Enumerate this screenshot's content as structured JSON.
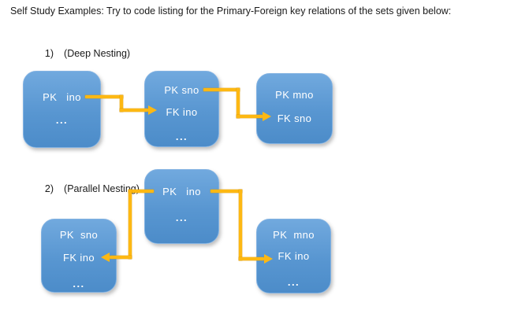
{
  "title": "Self Study Examples: Try to code listing for the Primary-Foreign key relations of the sets given below:",
  "sections": [
    {
      "number": "1)",
      "name": "(Deep Nesting)"
    },
    {
      "number": "2)",
      "name": "(Parallel Nesting)"
    }
  ],
  "diagram1": {
    "boxes": [
      {
        "id": "set-ino",
        "rows": [
          "PK   ino",
          "..."
        ]
      },
      {
        "id": "set-sno",
        "rows": [
          "PK sno",
          "FK ino",
          "..."
        ]
      },
      {
        "id": "set-mno",
        "rows": [
          "PK mno",
          "FK sno"
        ]
      }
    ],
    "relations": [
      {
        "from": "PK ino",
        "to": "FK ino"
      },
      {
        "from": "PK sno",
        "to": "FK sno"
      }
    ]
  },
  "diagram2": {
    "boxes": [
      {
        "id": "set-ino",
        "rows": [
          "PK   ino",
          "..."
        ]
      },
      {
        "id": "set-sno",
        "rows": [
          "PK  sno",
          "FK ino",
          "..."
        ]
      },
      {
        "id": "set-mno",
        "rows": [
          "PK  mno",
          "FK ino",
          "..."
        ]
      }
    ],
    "relations": [
      {
        "from": "PK ino",
        "to": "FK ino (sno set)"
      },
      {
        "from": "PK ino",
        "to": "FK ino (mno set)"
      }
    ]
  },
  "colors": {
    "background": "#FFFFFF",
    "title_text": "#1A1A1A",
    "box_fill_top": "#71A9DE",
    "box_fill_mid": "#5896D1",
    "box_fill_bottom": "#4C8CC9",
    "box_border": "#82B2E2",
    "box_text": "#FFFFFF",
    "arrow": "#FDB813",
    "arrow_edge": "#D69600"
  }
}
